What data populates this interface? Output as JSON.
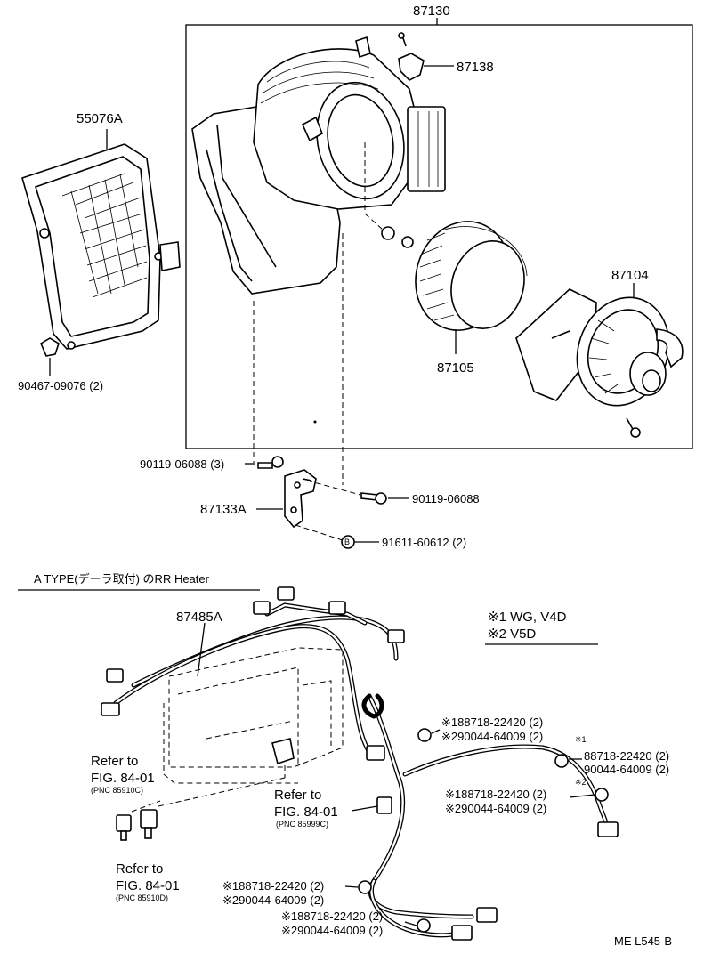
{
  "labels": {
    "assy_top": "87130",
    "p87138": "87138",
    "p55076A": "55076A",
    "p87104": "87104",
    "p87105": "87105",
    "p90467": "90467-09076 (2)",
    "p90119_3": "90119-06088 (3)",
    "p90119": "90119-06088",
    "p87133A": "87133A",
    "b_marker": "B",
    "p91611": "91611-60612 (2)",
    "section_title": "A  TYPE(デーラ取付) のRR Heater",
    "p87485A": "87485A",
    "note1": "※1 WG, V4D",
    "note2": "※2 V5D",
    "c1a": "※188718-22420 (2)",
    "c1b": "※290044-64009 (2)",
    "star1": "※1",
    "c2a": "88718-22420 (2)",
    "c2b": "90044-64009 (2)",
    "star2": "※2",
    "c3a": "※188718-22420 (2)",
    "c3b": "※290044-64009 (2)",
    "ref1_a": "Refer to",
    "ref1_b": "FIG. 84-01",
    "ref1_c": "(PNC 85910C)",
    "ref2_a": "Refer to",
    "ref2_b": "FIG. 84-01",
    "ref2_c": "(PNC 85999C)",
    "ref3_a": "Refer to",
    "ref3_b": "FIG. 84-01",
    "ref3_c": "(PNC 85910D)",
    "c4a": "※188718-22420 (2)",
    "c4b": "※290044-64009 (2)",
    "c5a": "※188718-22420 (2)",
    "c5b": "※290044-64009 (2)",
    "footer": "ME  L545-B"
  }
}
